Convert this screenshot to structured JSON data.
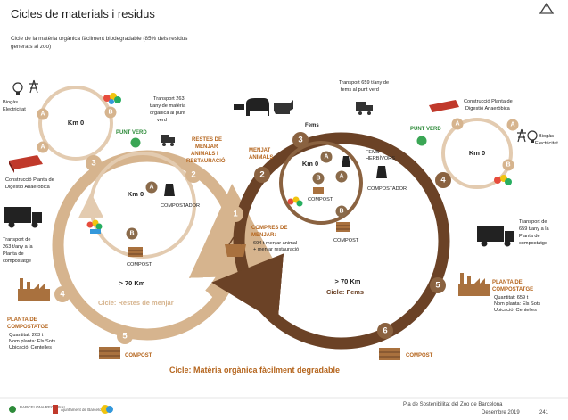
{
  "page": {
    "title": "Cicles de materials i residus",
    "subtitle_line1": "Cicle de la matèria orgànica fàcilment biodegradable (85% dels residus",
    "subtitle_line2": "generats al zoo)",
    "page_number": "241",
    "footer_line1": "Pla de Sostenibilitat del Zoo de Barcelona",
    "footer_line2": "Desembre 2019"
  },
  "cycles": {
    "left": {
      "name": "Cicle: Restes de menjar",
      "distance": "> 70 Km",
      "small_loop_distance": "Km 0",
      "top_loop_distance": "Km 0",
      "transport_left": [
        "Transport de",
        "263 t/any a la",
        "Planta de",
        "compostatge"
      ],
      "transport_top": [
        "Transport 263",
        "t/any de matèria",
        "orgànica al punt",
        "verd"
      ],
      "plant_label": [
        "PLANTA DE",
        "COMPOSTATGE"
      ],
      "plant_info": [
        "Quantitat: 263 t",
        "Nom planta: Els Sots",
        "Ubicació: Centelles"
      ],
      "construction": [
        "Construcció Planta de",
        "Digestió Anaeròbica"
      ],
      "biogas": [
        "Biogàs",
        "Electricitat"
      ],
      "punt_verd": "PUNT VERD",
      "restes": [
        "RESTES DE",
        "MENJAR",
        "ANIMALS I",
        "RESTAURACIÓ"
      ],
      "compostador": "COMPOSTADOR",
      "compost": "COMPOST",
      "compost_bottom": "COMPOST"
    },
    "right": {
      "name": "Cicle: Fems",
      "distance": "> 70 Km",
      "small_loop_distance": "Km 0",
      "top_loop_distance": "Km 0",
      "transport_right": [
        "Transport de",
        "659 t/any a la",
        "Planta de",
        "compostatge"
      ],
      "transport_top": [
        "Transport 659 t/any de",
        "fems al punt verd"
      ],
      "plant_label": [
        "PLANTA DE",
        "COMPOSTATGE"
      ],
      "plant_info": [
        "Quantitat: 659 t",
        "Nom planta: Els Sots",
        "Ubicació: Centelles"
      ],
      "construction": [
        "Construcció Planta de",
        "Digestió Anaeròbica"
      ],
      "biogas": [
        "Biogàs",
        "Electricitat"
      ],
      "punt_verd": "PUNT VERD",
      "fems": "Fems",
      "menjat": [
        "MENJAT",
        "ANIMALS"
      ],
      "fems_herbivors": [
        "FEMS",
        "HERBÍVORS"
      ],
      "compostador": "COMPOSTADOR",
      "compost_inner": "COMPOST",
      "compost": "COMPOST",
      "compost_bottom": "COMPOST"
    },
    "center": {
      "compres": [
        "COMPRES DE",
        "MENJAR:"
      ],
      "compres_info": [
        "694 t menjar animal",
        "+ menjar restauració"
      ]
    },
    "bottom_title": "Cicle: Matèria orgànica fàcilment degradable"
  },
  "steps": {
    "n1": "1",
    "n2": "2",
    "n3": "3",
    "n4": "4",
    "n5": "5",
    "n6": "6",
    "a": "A",
    "b": "B"
  },
  "footer_logos": [
    "BARCELONA REGIONAL",
    "Ajuntament de Barcelona"
  ],
  "colors": {
    "tan": "#d6b48e",
    "light_tan": "#ead9c4",
    "brown": "#6b4226",
    "orange": "#b5651d",
    "green": "#2e8b3a"
  },
  "icons": [
    "recycle-icon",
    "lightbulb-icon",
    "truck-icon",
    "factory-icon",
    "compost-box-icon",
    "elephant-icon",
    "shopping-basket-icon"
  ]
}
